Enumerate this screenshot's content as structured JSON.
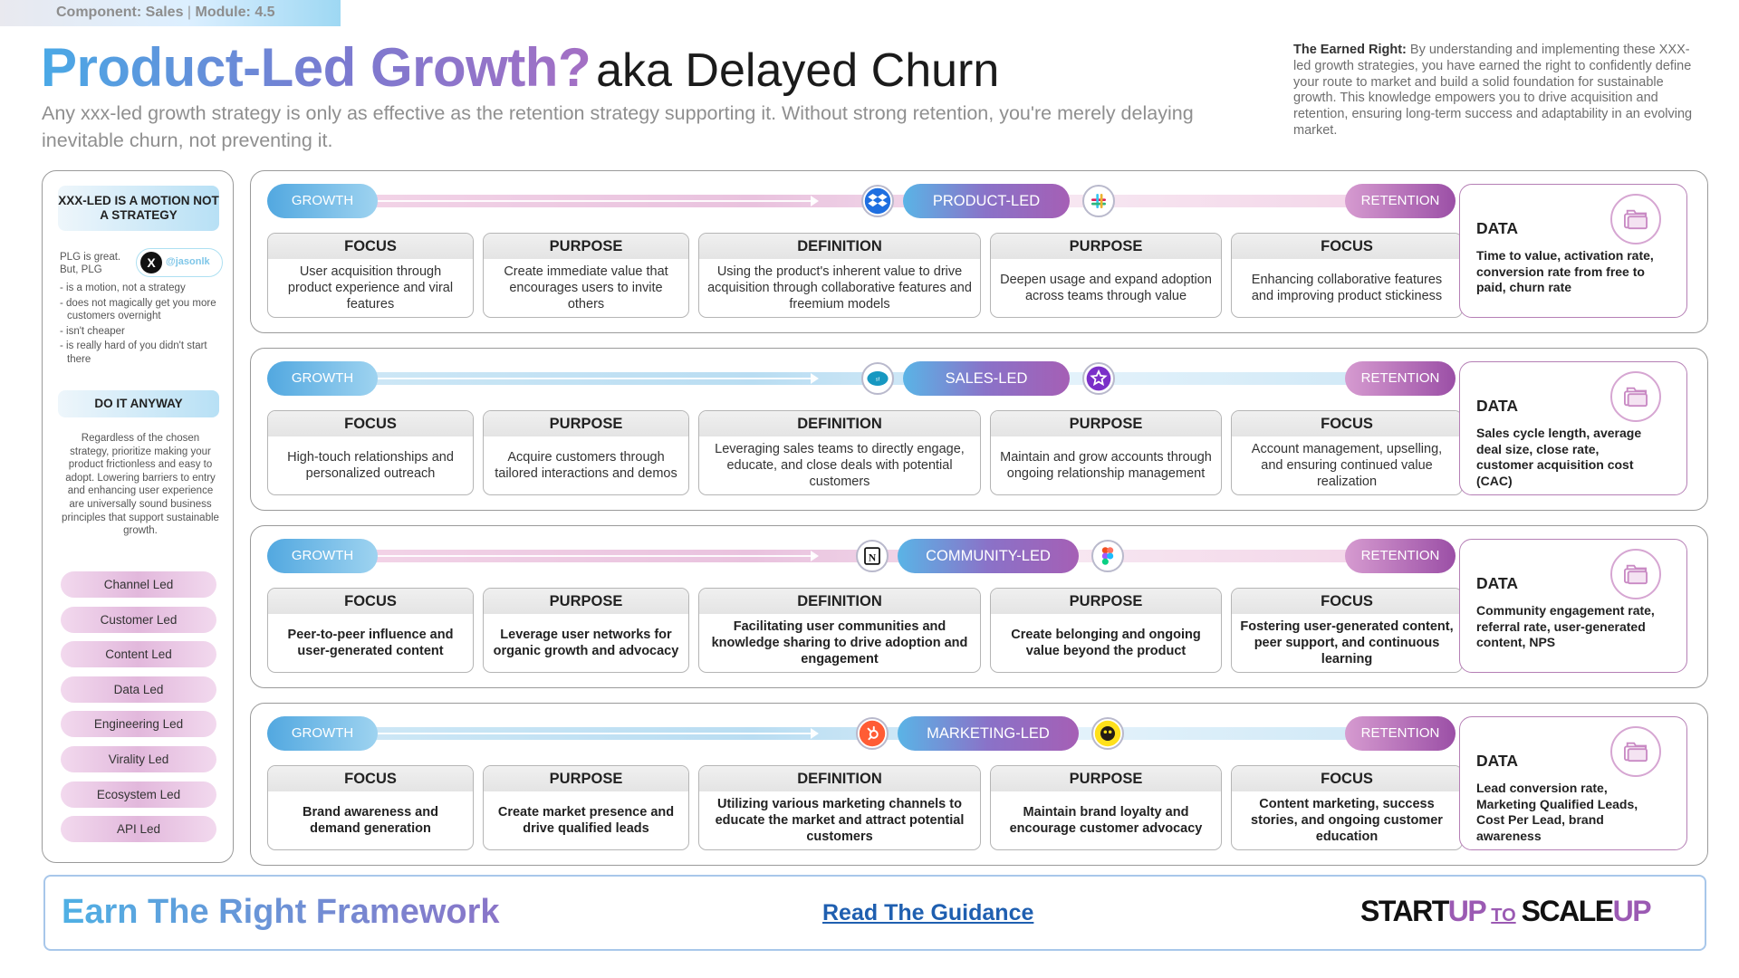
{
  "tag": {
    "component_label": "Component:",
    "component": "Sales",
    "separator": "|",
    "module_label": "Module:",
    "module": "4.5"
  },
  "header": {
    "title": "Product-Led Growth?",
    "aka": "aka Delayed Churn",
    "subtitle": "Any xxx-led growth strategy is only as effective as the retention strategy supporting it. Without strong retention, you're merely delaying inevitable churn, not preventing it.",
    "earned_label": "The Earned Right:",
    "earned_text": " By understanding and implementing these XXX-led growth strategies, you have earned the right to confidently define your route to market and build a solid foundation for sustainable growth. This knowledge empowers you to drive acquisition and retention, ensuring long-term success and adaptability in an evolving market."
  },
  "left": {
    "motion_heading": "XXX-LED IS A MOTION NOT A STRATEGY",
    "plg_line1": "PLG is great.",
    "plg_line2": "But, PLG",
    "x_letter": "X",
    "x_handle": "@jasonlk",
    "bullets": [
      "- is a motion, not a strategy",
      "- does not magically get you more customers overnight",
      "- isn't cheaper",
      "- is really hard of you didn't start  there"
    ],
    "do_it_heading": "DO IT ANYWAY",
    "regardless": "Regardless of the chosen strategy, prioritize making your product frictionless and easy to adopt. Lowering barriers to entry and enhancing user experience are universally sound business principles that support sustainable growth.",
    "led_items": [
      "Channel Led",
      "Customer Led",
      "Content Led",
      "Data Led",
      "Engineering Led",
      "Virality Led",
      "Ecosystem Led",
      "API Led"
    ]
  },
  "rows": [
    {
      "growth": "GROWTH",
      "center": "PRODUCT-LED",
      "retention": "RETENTION",
      "left_logo": "dropbox-icon",
      "right_logo": "slack-icon",
      "cards": [
        {
          "h": "FOCUS",
          "b": "User acquisition through product experience and viral features"
        },
        {
          "h": "PURPOSE",
          "b": "Create immediate value that encourages users to invite others"
        },
        {
          "h": "DEFINITION",
          "b": "Using the product's inherent value to drive acquisition through collaborative features and freemium models"
        },
        {
          "h": "PURPOSE",
          "b": "Deepen usage and expand adoption across teams through value"
        },
        {
          "h": "FOCUS",
          "b": "Enhancing collaborative features and improving product stickiness"
        }
      ],
      "data_title": "DATA",
      "data_text": "Time to value, activation rate, conversion rate from free to paid, churn rate"
    },
    {
      "growth": "GROWTH",
      "center": "SALES-LED",
      "retention": "RETENTION",
      "left_logo": "salesforce-icon",
      "right_logo": "gong-icon",
      "cards": [
        {
          "h": "FOCUS",
          "b": "High-touch relationships and personalized outreach"
        },
        {
          "h": "PURPOSE",
          "b": "Acquire customers through tailored interactions and demos"
        },
        {
          "h": "DEFINITION",
          "b": "Leveraging sales teams to directly engage, educate, and close deals with potential customers"
        },
        {
          "h": "PURPOSE",
          "b": "Maintain and grow accounts through ongoing relationship management"
        },
        {
          "h": "FOCUS",
          "b": "Account management, upselling, and ensuring continued value realization"
        }
      ],
      "data_title": "DATA",
      "data_text": "Sales cycle length, average deal size, close rate, customer acquisition cost (CAC)"
    },
    {
      "growth": "GROWTH",
      "center": "COMMUNITY-LED",
      "retention": "RETENTION",
      "left_logo": "notion-icon",
      "right_logo": "figma-icon",
      "cards": [
        {
          "h": "FOCUS",
          "b": "Peer-to-peer influence and user-generated content"
        },
        {
          "h": "PURPOSE",
          "b": "Leverage user networks for organic growth and advocacy"
        },
        {
          "h": "DEFINITION",
          "b": "Facilitating user communities and knowledge sharing to drive adoption and engagement"
        },
        {
          "h": "PURPOSE",
          "b": "Create belonging and ongoing value beyond the product"
        },
        {
          "h": "FOCUS",
          "b": "Fostering user-generated content, peer support, and continuous learning"
        }
      ],
      "data_title": "DATA",
      "data_text": "Community engagement rate, referral rate, user-generated content, NPS"
    },
    {
      "growth": "GROWTH",
      "center": "MARKETING-LED",
      "retention": "RETENTION",
      "left_logo": "hubspot-icon",
      "right_logo": "mailchimp-icon",
      "cards": [
        {
          "h": "FOCUS",
          "b": "Brand awareness and demand generation"
        },
        {
          "h": "PURPOSE",
          "b": "Create market presence and drive qualified leads"
        },
        {
          "h": "DEFINITION",
          "b": "Utilizing various marketing channels to educate the market and attract potential customers"
        },
        {
          "h": "PURPOSE",
          "b": "Maintain brand loyalty and encourage customer advocacy"
        },
        {
          "h": "FOCUS",
          "b": "Content marketing, success stories, and ongoing customer education"
        }
      ],
      "data_title": "DATA",
      "data_text": "Lead conversion rate, Marketing Qualified Leads, Cost Per Lead, brand awareness"
    }
  ],
  "footer": {
    "title": "Earn The Right Framework",
    "link": "Read The Guidance",
    "brand_start": "START",
    "brand_up1": "UP",
    "brand_to": "TO",
    "brand_scale": "SCALE",
    "brand_up2": "UP"
  }
}
